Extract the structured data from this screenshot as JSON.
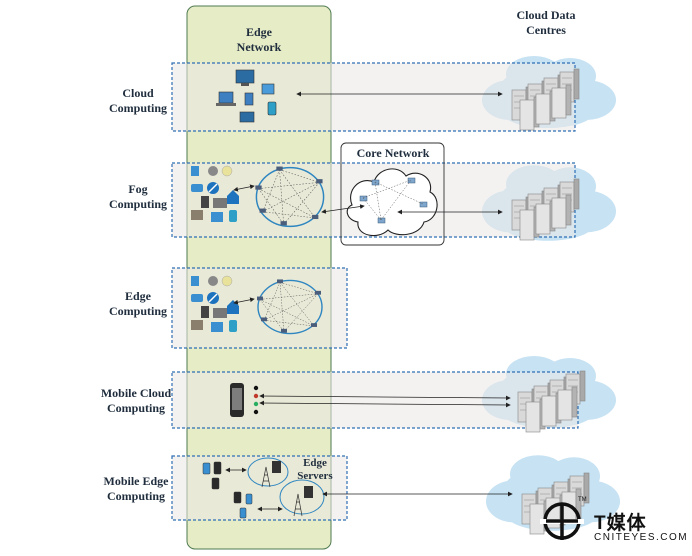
{
  "header": {
    "edge_network": "Edge\nNetwork",
    "cloud_data_centres": "Cloud Data\nCentres"
  },
  "rows": [
    {
      "id": "cloud",
      "label": "Cloud\nComputing"
    },
    {
      "id": "fog",
      "label": "Fog\nComputing"
    },
    {
      "id": "edge",
      "label": "Edge\nComputing"
    },
    {
      "id": "mobile-cloud",
      "label": "Mobile Cloud\nComputing"
    },
    {
      "id": "mobile-edge",
      "label": "Mobile Edge\nComputing"
    }
  ],
  "core_network": "Core Network",
  "edge_servers": "Edge\nServers",
  "watermark": {
    "brand": "T媒体",
    "domain": "CNITEYES.COM",
    "tm": "TM"
  },
  "colors": {
    "edge_band": "#e6ecc6",
    "row_fill": "#ebe7e5",
    "cloud": "#c6e2f3",
    "dash": "#2f6fb5",
    "text": "#1f2d3d"
  }
}
